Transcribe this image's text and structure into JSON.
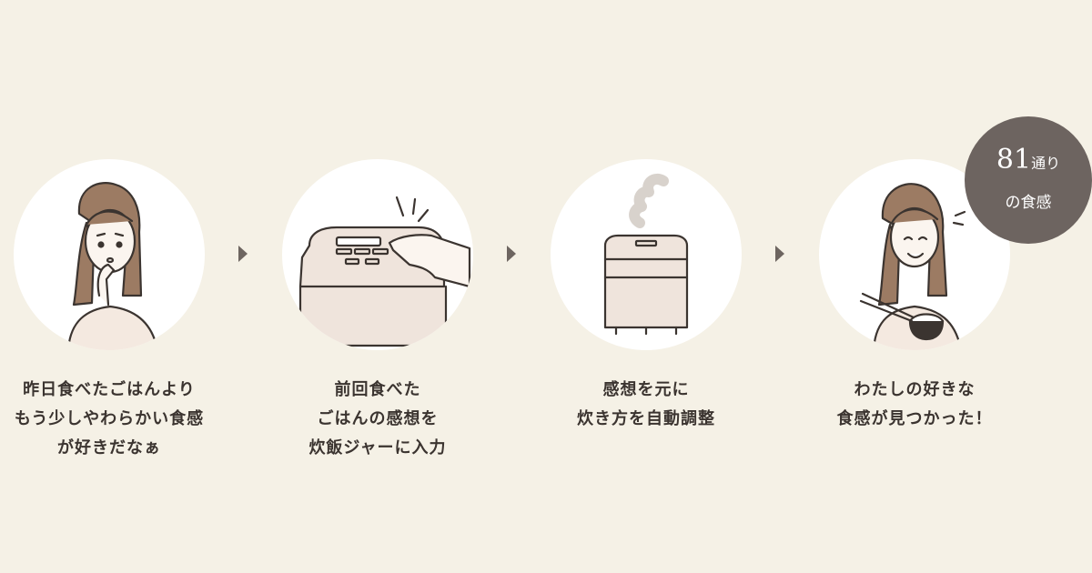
{
  "steps": [
    {
      "lines": [
        "昨日食べたごはんより",
        "もう少しやわらかい食感",
        "が好きだなぁ"
      ]
    },
    {
      "lines": [
        "前回食べた",
        "ごはんの感想を",
        "炊飯ジャーに入力"
      ]
    },
    {
      "lines": [
        "感想を元に",
        "炊き方を自動調整"
      ]
    },
    {
      "lines": [
        "わたしの好きな",
        "食感が見つかった！"
      ]
    }
  ],
  "badge": {
    "number": "81",
    "unit": "通り",
    "line2": "の食感"
  },
  "colors": {
    "background": "#f5f1e6",
    "circle": "#ffffff",
    "badge": "#6d6460",
    "illustration_stroke": "#3b3430",
    "cooker_fill": "#efe4dc"
  }
}
